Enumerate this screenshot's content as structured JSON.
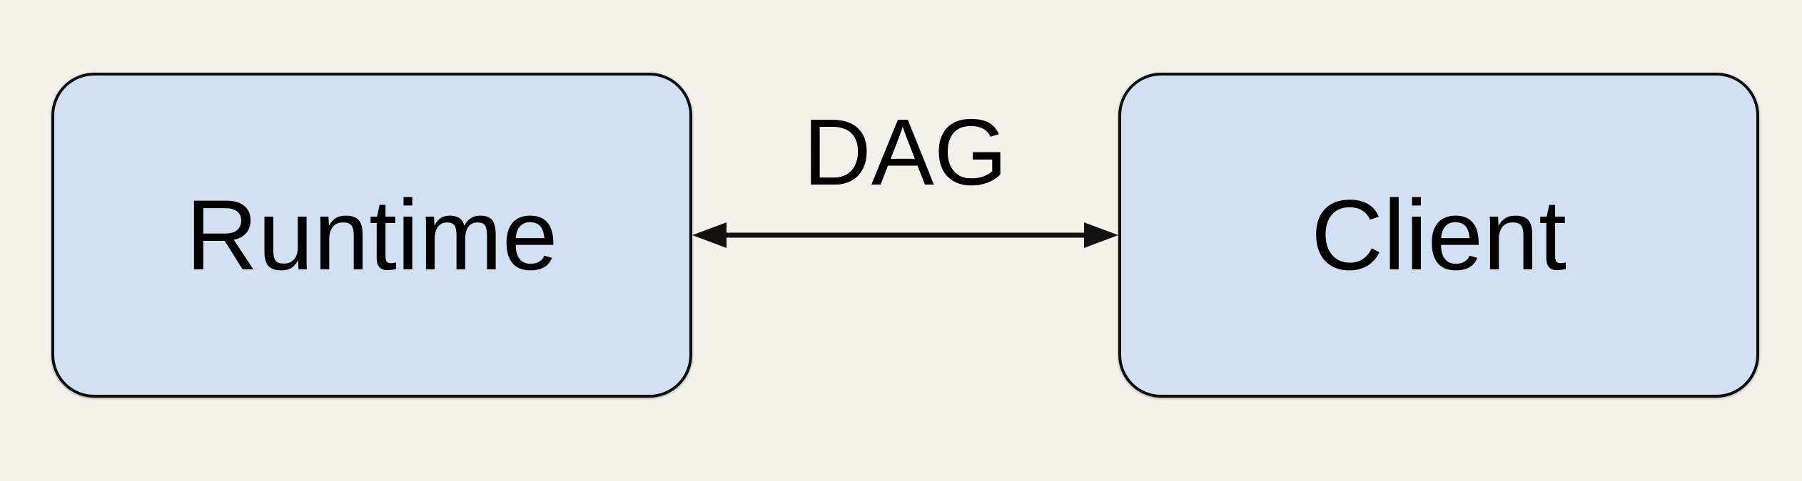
{
  "diagram": {
    "background_color": "#f2f1ec",
    "node_fill_color": "#d1e1f3",
    "node_border_color": "#0d0d0d",
    "edge_color": "#111111",
    "text_color": "#000000",
    "nodes": [
      {
        "id": "runtime",
        "label": "Runtime"
      },
      {
        "id": "client",
        "label": "Client"
      }
    ],
    "edge": {
      "label": "DAG",
      "type": "bidirectional-arrow",
      "from": "runtime",
      "to": "client"
    }
  }
}
